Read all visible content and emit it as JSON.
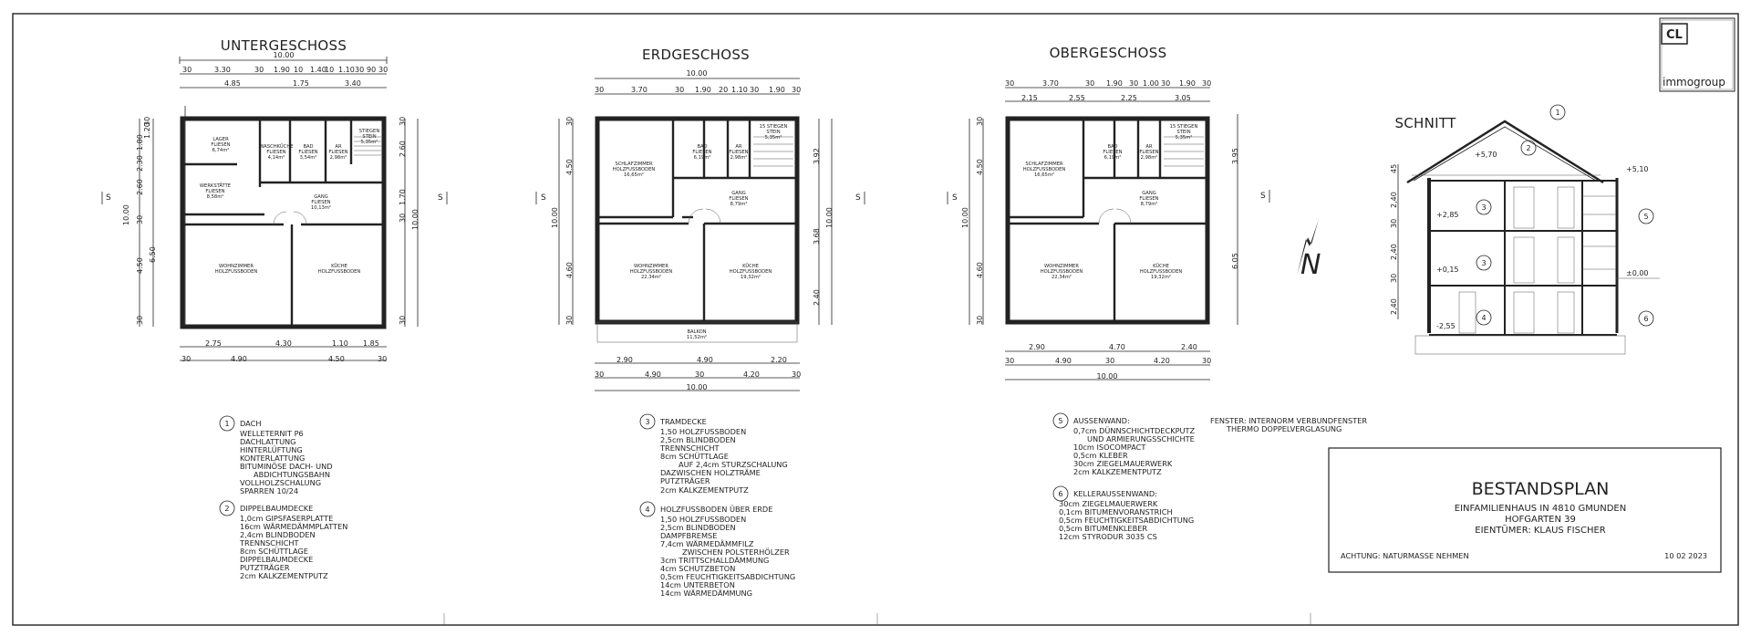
{
  "floors": {
    "ug": {
      "title": "UNTERGESCHOSS",
      "top_total": "10.00",
      "top_row1": [
        "30",
        "3.30",
        "30",
        "1.90",
        "10",
        "1.40",
        "10",
        "1.10",
        "30",
        "90",
        "30"
      ],
      "top_row2": [
        "4.85",
        "1.75",
        "3.40"
      ],
      "left": [
        "30",
        "1.20",
        "1.80",
        "10",
        "2.30",
        "10",
        "2.60",
        "30",
        "4.50",
        "6.50",
        "30"
      ],
      "left_total": "10.00",
      "right": [
        "30",
        "2.60",
        "1.70",
        "30",
        "10.00",
        "30"
      ],
      "bottom_row1": [
        "2.75",
        "4.30",
        "1.10",
        "1.85"
      ],
      "bottom_row2": [
        "30",
        "4.90",
        "4.50",
        "30"
      ],
      "section_mark": "S",
      "rooms": {
        "lager": [
          "LAGER",
          "FLIESEN",
          "6,74m²"
        ],
        "waschkueche": [
          "WASCHKÜCHE",
          "FLIESEN",
          "4,14m²"
        ],
        "bad": [
          "BAD",
          "FLIESEN",
          "3,54m²"
        ],
        "ar": [
          "AR",
          "FLIESEN",
          "2,98m²"
        ],
        "stiege": [
          "STIEGEN",
          "STEIN",
          "5,35m²"
        ],
        "werkstaette": [
          "WERKSTÄTTE",
          "FLIESEN",
          "8,58m²"
        ],
        "gang": [
          "GANG",
          "FLIESEN",
          "10,13m²"
        ],
        "wohnzimmer": [
          "WOHNZIMMER",
          "HOLZFUSSBODEN"
        ],
        "kueche": [
          "KÜCHE",
          "HOLZFUSSBODEN"
        ]
      }
    },
    "eg": {
      "title": "ERDGESCHOSS",
      "top_total": "10.00",
      "top_row1": [
        "30",
        "3.70",
        "30",
        "1.90",
        "20",
        "1.10",
        "30",
        "1.90",
        "30"
      ],
      "left": [
        "30",
        "4.50",
        "10.00",
        "4.60",
        "30"
      ],
      "right": [
        "3.92",
        "10.00",
        "3.68",
        "2.40"
      ],
      "bottom_row1": [
        "2.90",
        "4.90",
        "2.20"
      ],
      "bottom_row2": [
        "30",
        "4.90",
        "30",
        "4.20",
        "30"
      ],
      "bottom_total": "10.00",
      "section_mark": "S",
      "rooms": {
        "schlafzimmer": [
          "SCHLAFZIMMER",
          "HOLZFUSSBODEN",
          "16,65m²"
        ],
        "bad": [
          "BAD",
          "FLIESEN",
          "6,19m²"
        ],
        "ar": [
          "AR",
          "FLIESEN",
          "2,98m²"
        ],
        "stiege": [
          "15 STIEGEN",
          "STEIN",
          "5,35m²"
        ],
        "gang": [
          "GANG",
          "FLIESEN",
          "8,79m²"
        ],
        "wohnzimmer": [
          "WOHNZIMMER",
          "HOLZFUSSBODEN",
          "22,34m²"
        ],
        "kueche": [
          "KÜCHE",
          "HOLZFUSSBODEN",
          "19,32m²"
        ],
        "balkon": [
          "BALKON",
          "11,52m²"
        ]
      }
    },
    "og": {
      "title": "OBERGESCHOSS",
      "top_row1": [
        "30",
        "3.70",
        "30",
        "1.90",
        "30",
        "1.00",
        "30",
        "1.90",
        "30"
      ],
      "top_row2": [
        "2.15",
        "2.55",
        "2.25",
        "3.05"
      ],
      "left": [
        "30",
        "4.50",
        "10.00",
        "4.60",
        "30"
      ],
      "right": [
        "3.95",
        "6.05"
      ],
      "bottom_row1": [
        "2.90",
        "4.70",
        "2.40"
      ],
      "bottom_row2": [
        "30",
        "4.90",
        "30",
        "4.20",
        "30"
      ],
      "bottom_total": "10.00",
      "section_mark": "S",
      "rooms": {
        "schlafzimmer": [
          "SCHLAFZIMMER",
          "HOLZFUSSBODEN",
          "16,65m²"
        ],
        "bad": [
          "BAD",
          "FLIESEN",
          "6,19m²"
        ],
        "ar": [
          "AR",
          "FLIESEN",
          "2,98m²"
        ],
        "stiege": [
          "15 STIEGEN",
          "STEIN",
          "5,35m²"
        ],
        "gang": [
          "GANG",
          "FLIESEN",
          "8,79m²"
        ],
        "wohnzimmer": [
          "WOHNZIMMER",
          "HOLZFUSSBODEN",
          "22,34m²"
        ],
        "kueche": [
          "KÜCHE",
          "HOLZFUSSBODEN",
          "19,32m²"
        ]
      }
    }
  },
  "section": {
    "title": "SCHNITT",
    "levels": [
      "+5,70",
      "+5,10",
      "+2,85",
      "+0,15",
      "±0,00",
      "-2,55"
    ],
    "heights": [
      "45",
      "2,40",
      "30",
      "2,40",
      "30",
      "2,40"
    ],
    "callouts": [
      "1",
      "2",
      "3",
      "3",
      "4",
      "5",
      "6"
    ]
  },
  "north_label": "N",
  "logo": {
    "mark": "CL",
    "name": "immogroup"
  },
  "legend": [
    {
      "num": "1",
      "lines": [
        "DACH",
        "WELLETERNIT P6",
        "DACHLATTUNG",
        "HINTERLÜFTUNG",
        "KONTERLATTUNG",
        "BITUMINÖSE DACH- UND",
        "ABDICHTUNGSBAHN",
        "VOLLHOLZSCHALUNG",
        "SPARREN 10/24"
      ]
    },
    {
      "num": "2",
      "lines": [
        "DIPPELBAUMDECKE",
        "1,0cm GIPSFASERPLATTE",
        "16cm WÄRMEDÄMMPLATTEN",
        "2,4cm BLINDBODEN",
        "TRENNSCHICHT",
        "8cm SCHÜTTLAGE",
        "DIPPELBAUMDECKE",
        "PUTZTRÄGER",
        "2cm KALKZEMENTPUTZ"
      ]
    },
    {
      "num": "3",
      "lines": [
        "TRAMDECKE",
        "1,50 HOLZFUSSBODEN",
        "2,5cm BLINDBODEN",
        "TRENNSCHICHT",
        "8cm SCHÜTTLAGE",
        "AUF 2,4cm STURZSCHALUNG",
        "DAZWISCHEN HOLZTRÄME",
        "PUTZTRÄGER",
        "2cm KALKZEMENTPUTZ"
      ]
    },
    {
      "num": "4",
      "lines": [
        "HOLZFUSSBODEN ÜBER ERDE",
        "1,50 HOLZFUSSBODEN",
        "2,5cm BLINDBODEN",
        "DAMPFBREMSE",
        "7,4cm WÄRMEDÄMMFILZ",
        "ZWISCHEN POLSTERHÖLZER",
        "3cm TRITTSCHALLDÄMMUNG",
        "4cm SCHUTZBETON",
        "0,5cm FEUCHTIGKEITSABDICHTUNG",
        "14cm UNTERBETON",
        "14cm WÄRMEDÄMMUNG"
      ]
    },
    {
      "num": "5",
      "lines": [
        "AUSSENWAND:",
        "0,7cm DÜNNSCHICHTDECKPUTZ",
        "UND ARMIERUNGSSCHICHTE",
        "10cm ISOCOMPACT",
        "0,5cm KLEBER",
        "30cm ZIEGELMAUERWERK",
        "2cm KALKZEMENTPUTZ"
      ]
    },
    {
      "num": "6",
      "lines": [
        "KELLERAUSSENWAND:",
        "30cm ZIEGELMAUERWERK",
        "0,1cm BITUMENVORANSTRICH",
        "0,5cm FEUCHTIGKEITSABDICHTUNG",
        "0,5cm BITUMENKLEBER",
        "12cm STYRODUR 3035 CS"
      ]
    }
  ],
  "window_note": [
    "FENSTER: INTERNORM VERBUNDFENSTER",
    "THERMO DOPPELVERGLASUNG"
  ],
  "title_block": {
    "title": "BESTANDSPLAN",
    "lines": [
      "EINFAMILIENHAUS IN 4810 GMUNDEN",
      "HOFGARTEN 39",
      "EIENTÜMER: KLAUS FISCHER"
    ],
    "note": "ACHTUNG: NATURMASSE NEHMEN",
    "date": "10 02 2023"
  }
}
